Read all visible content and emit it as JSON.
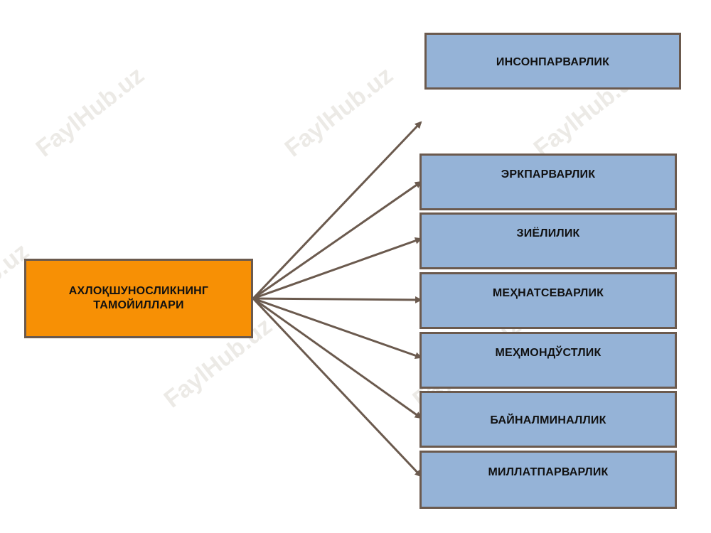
{
  "diagram": {
    "source": {
      "label": "АХЛОҚШУНОСЛИКНИНГ\nТАМОЙИЛЛАРИ"
    },
    "targets": [
      {
        "label": "ИНСОНПАРВАРЛИК"
      },
      {
        "label": "ЭРКПАРВАРЛИК"
      },
      {
        "label": "ЗИЁЛИЛИК"
      },
      {
        "label": "МЕҲНАТСЕВАРЛИК"
      },
      {
        "label": "МЕҲМОНДЎСТЛИК"
      },
      {
        "label": "БАЙНАЛМИНАЛЛИК"
      },
      {
        "label": "МИЛЛАТПАРВАРЛИК"
      }
    ]
  },
  "watermark": {
    "text": "FaylHub.uz"
  },
  "colors": {
    "source_fill": "#f79005",
    "target_fill": "#95b3d7",
    "border": "#6b5a4e",
    "arrow": "#6b5a4e"
  }
}
